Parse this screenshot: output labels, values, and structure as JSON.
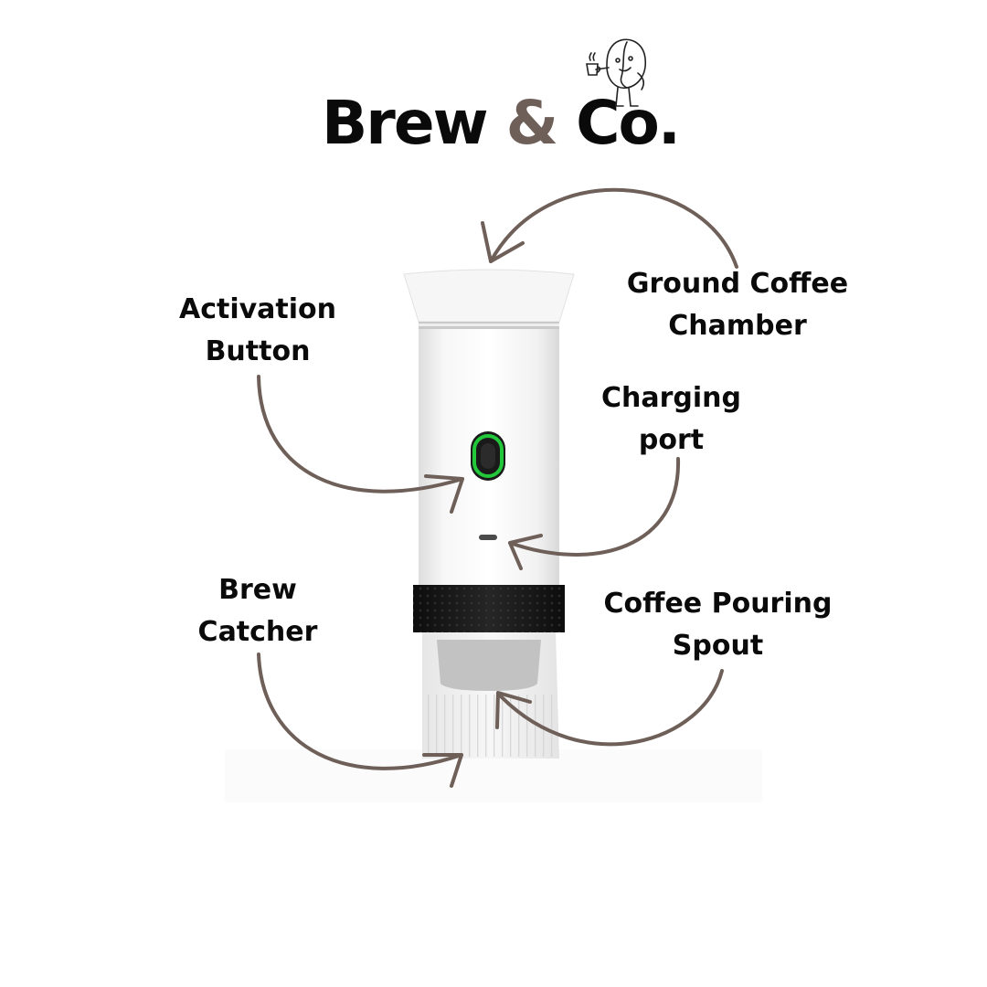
{
  "brand": {
    "name_part1": "Brew",
    "amp": "&",
    "name_part2": "Co.",
    "accent_color": "#6e5f58"
  },
  "callouts": [
    {
      "id": "activation",
      "lines": [
        "Activation",
        "Button"
      ]
    },
    {
      "id": "ground",
      "lines": [
        "Ground Coffee",
        "Chamber"
      ]
    },
    {
      "id": "charging",
      "lines": [
        "Charging",
        "port"
      ]
    },
    {
      "id": "catcher",
      "lines": [
        "Brew",
        "Catcher"
      ]
    },
    {
      "id": "spout",
      "lines": [
        "Coffee Pouring",
        "Spout"
      ]
    }
  ],
  "arrow_color": "#6e5f58",
  "device": {
    "body_color": "#f4f4f4",
    "button_light_color": "#22c83a",
    "band_color": "#1b1b1b"
  }
}
